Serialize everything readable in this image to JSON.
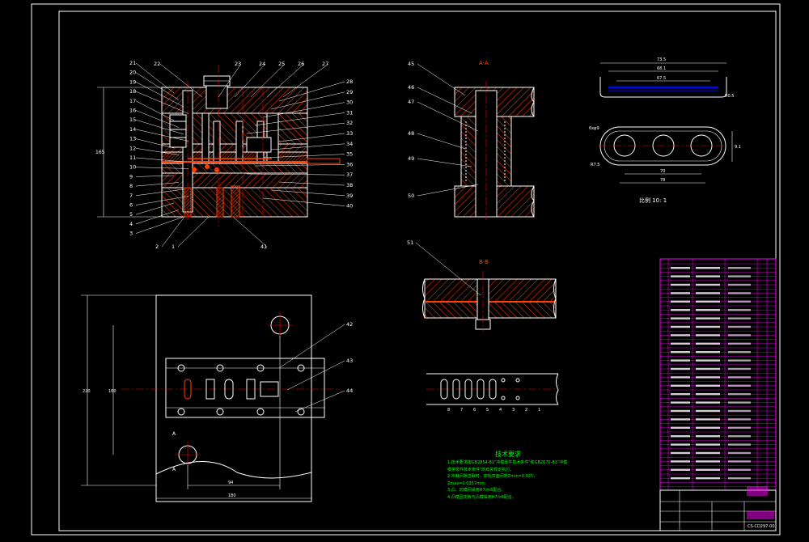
{
  "callouts_left": [
    "21",
    "20",
    "19",
    "18",
    "17",
    "16",
    "15",
    "14",
    "13",
    "12",
    "11",
    "10",
    "9",
    "8",
    "7",
    "6",
    "5",
    "4",
    "3"
  ],
  "callouts_top": [
    "22",
    "23",
    "24",
    "25",
    "26",
    "27"
  ],
  "callouts_right": [
    "28",
    "29",
    "30",
    "31",
    "32",
    "33",
    "34",
    "35",
    "36",
    "37",
    "38",
    "39",
    "40"
  ],
  "callouts_bottom": [
    "2",
    "1",
    "41"
  ],
  "section_a_label": "A-A",
  "section_a_callouts": [
    "45",
    "46",
    "47",
    "48",
    "49",
    "50"
  ],
  "section_b_label": "B-B",
  "section_b_callout": "51",
  "plan_callouts": [
    "42",
    "43",
    "44"
  ],
  "plan_label_a": "A",
  "strip_numbers": [
    "8",
    "7",
    "6",
    "5",
    "4",
    "3",
    "2",
    "1"
  ],
  "scale_text": "比例 10: 1",
  "tech_title": "技术要求",
  "tech_lines": [
    "1.技术要求按GB2854-81\"冲模零件技术条件\"和GB2870-81\"冲模",
    "模架零件技术条件\"的有关规定执行。",
    "2.冲裁间隙选取时，初始双面间隙Zmin=0.025，",
    "Zmax=0.0357mm。",
    "3.凸、凹模间采用H7/m6配合。",
    "4.凸模固定板与凸模采用H7/n6配合。"
  ],
  "drawing_number": "CS-CD297-00",
  "colors": {
    "background": "#000000",
    "outline": "#ffffff",
    "hatch": "#ff4000",
    "centerline": "#ff0000",
    "leader": "#ff00ff",
    "note": "#00ff00",
    "dimension": "#ffffff",
    "blue": "#0000ff"
  }
}
